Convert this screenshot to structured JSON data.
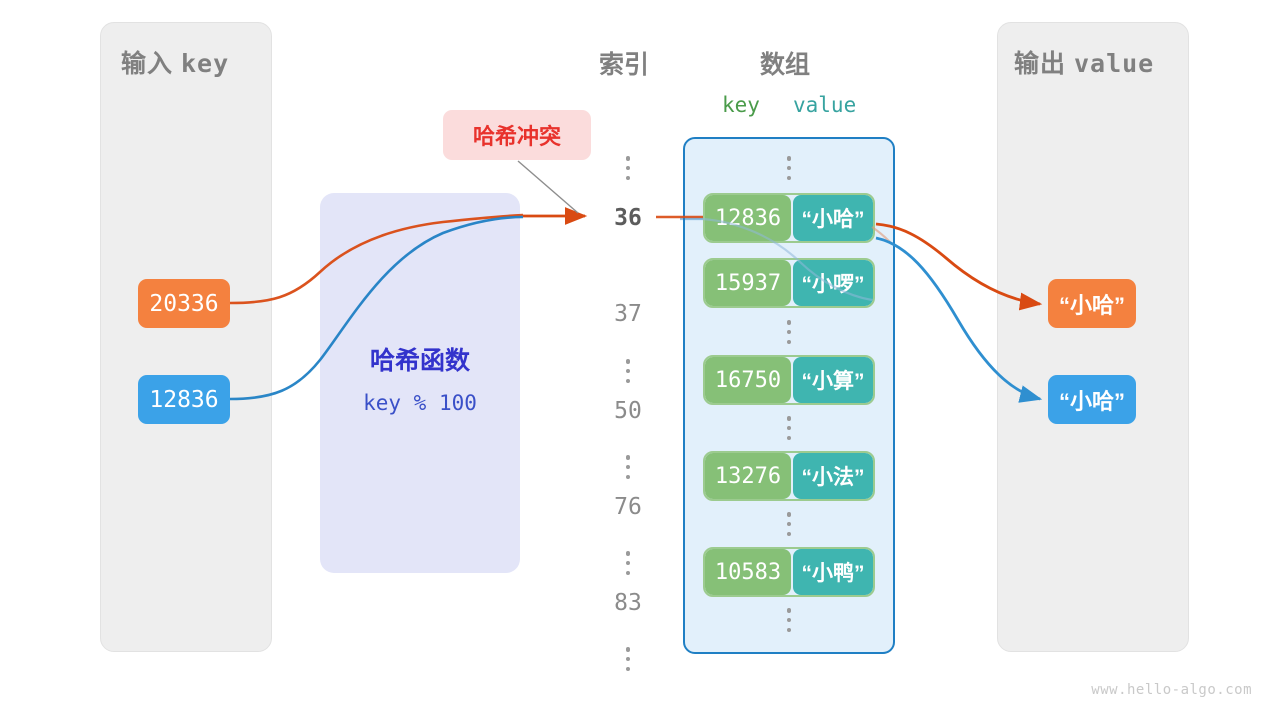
{
  "diagram": {
    "title": "hash-collision-diagram",
    "watermark": "www.hello-algo.com"
  },
  "panels": {
    "input": {
      "label_cjk": "输入",
      "label_mono": "key"
    },
    "output": {
      "label_cjk": "输出",
      "label_mono": "value"
    }
  },
  "headings": {
    "index": "索引",
    "array": "数组",
    "key": "key",
    "value": "value"
  },
  "hash_function": {
    "title": "哈希函数",
    "formula": "key % 100"
  },
  "collision": {
    "badge": "哈希冲突"
  },
  "inputs": [
    {
      "value": "20336",
      "color": "#f4813f"
    },
    {
      "value": "12836",
      "color": "#3ba2e8"
    }
  ],
  "outputs": [
    {
      "value": "“小哈”",
      "color": "#f4813f"
    },
    {
      "value": "“小哈”",
      "color": "#3ba2e8"
    }
  ],
  "array": {
    "index_column": [
      "⋮",
      "36",
      "37",
      "⋮",
      "50",
      "⋮",
      "76",
      "⋮",
      "83",
      "⋮"
    ],
    "active_index": "36",
    "buckets": [
      {
        "index": "36",
        "key": "12836",
        "value": "“小哈”"
      },
      {
        "index": "37",
        "key": "15937",
        "value": "“小啰”"
      },
      {
        "index": "50",
        "key": "16750",
        "value": "“小算”"
      },
      {
        "index": "76",
        "key": "13276",
        "value": "“小法”"
      },
      {
        "index": "83",
        "key": "10583",
        "value": "“小鸭”"
      }
    ]
  },
  "colors": {
    "panel_bg": "#eeeeee",
    "array_bg": "#e2f0fb",
    "array_border": "#1f7fc4",
    "key_cell": "#86c077",
    "value_cell": "#3fb5b0",
    "bucket_border": "#9ccb8f",
    "hash_box_bg": "#e3e5f8",
    "hash_text": "#3333cc",
    "collision_bg": "#fbdcdc",
    "collision_text": "#e8322c",
    "flow_orange": "#d94a12",
    "flow_blue": "#1f7fc4"
  }
}
